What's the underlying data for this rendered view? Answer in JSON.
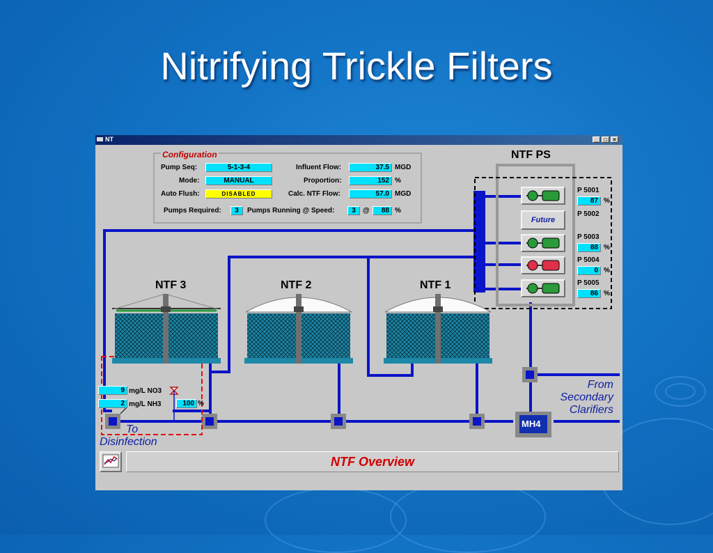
{
  "slide_title": "Nitrifying Trickle Filters",
  "window": {
    "title": "NT"
  },
  "config": {
    "heading": "Configuration",
    "pump_seq_label": "Pump Seq:",
    "pump_seq": "5-1-3-4",
    "mode_label": "Mode:",
    "mode": "MANUAL",
    "auto_flush_label": "Auto Flush:",
    "auto_flush": "DISABLED",
    "influent_label": "Influent Flow:",
    "influent": "37.5",
    "influent_unit": "MGD",
    "proportion_label": "Proportion:",
    "proportion": "152",
    "proportion_unit": "%",
    "calc_label": "Calc. NTF Flow:",
    "calc": "57.0",
    "calc_unit": "MGD",
    "pumps_required_label": "Pumps Required:",
    "pumps_required": "3",
    "pumps_running_label": "Pumps Running @ Speed:",
    "pumps_running": "3",
    "at_label": "@",
    "speed": "88",
    "speed_unit": "%"
  },
  "pump_station": {
    "title": "NTF PS",
    "future_label": "Future",
    "percent": "%",
    "pumps": [
      {
        "id": "P 5001",
        "speed": "87",
        "status_color": "#2a9a3a"
      },
      {
        "id": "P 5002"
      },
      {
        "id": "P 5003",
        "speed": "88",
        "status_color": "#2a9a3a"
      },
      {
        "id": "P 5004",
        "speed": "0",
        "status_color": "#e0304a"
      },
      {
        "id": "P 5005",
        "speed": "86",
        "status_color": "#2a9a3a"
      }
    ]
  },
  "filters": [
    {
      "name": "NTF 3"
    },
    {
      "name": "NTF 2"
    },
    {
      "name": "NTF 1"
    }
  ],
  "analyzers": {
    "no3_value": "9",
    "no3_label": "mg/L  NO3",
    "nh3_value": "2",
    "nh3_label": "mg/L  NH3",
    "valve_pct": "100",
    "valve_unit": "%"
  },
  "labels": {
    "to_disinfection_1": "To",
    "to_disinfection_2": "Disinfection",
    "from_1": "From",
    "from_2": "Secondary",
    "from_3": "Clarifiers",
    "mh4": "MH4"
  },
  "status_bar": {
    "title": "NTF Overview"
  },
  "colors": {
    "pipe": "#0a14c8",
    "field": "#00e0ff",
    "alarm": "#d00000"
  }
}
